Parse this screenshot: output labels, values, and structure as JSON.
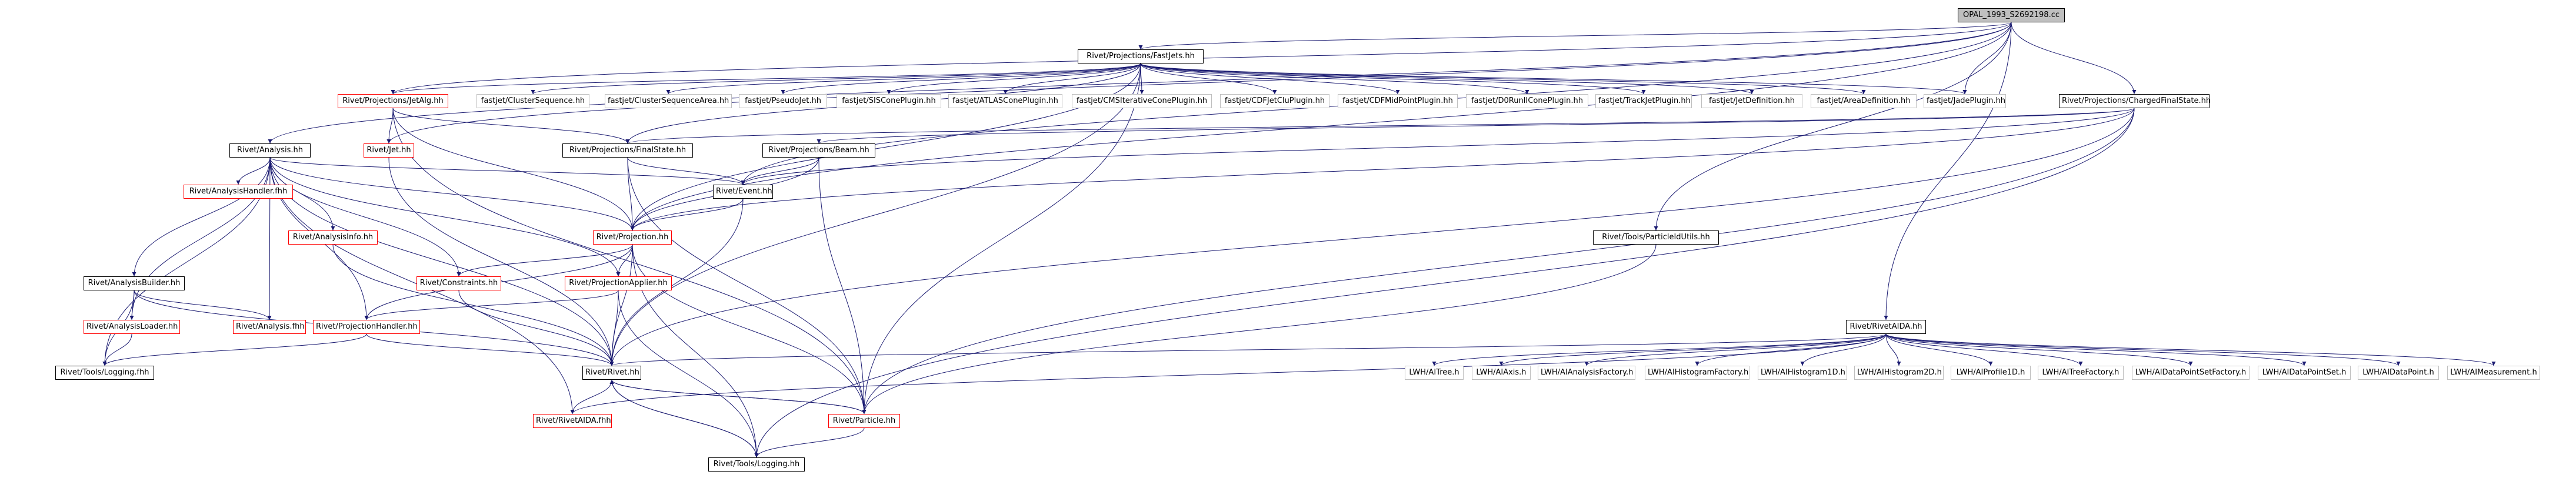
{
  "diagram": {
    "edge_color": "#191970",
    "nodes": {
      "opal": "OPAL_1993_S2692198.cc",
      "fastjets": "Rivet/Projections/FastJets.hh",
      "jetalg": "Rivet/Projections/JetAlg.hh",
      "clusterseq": "fastjet/ClusterSequence.hh",
      "clusterseqarea": "fastjet/ClusterSequenceArea.hh",
      "pseudojet": "fastjet/PseudoJet.hh",
      "siscone": "fastjet/SISConePlugin.hh",
      "atlascone": "fastjet/ATLASConePlugin.hh",
      "cmsiter": "fastjet/CMSIterativeConePlugin.hh",
      "cdfjetclu": "fastjet/CDFJetCluPlugin.hh",
      "cdfmidpoint": "fastjet/CDFMidPointPlugin.hh",
      "d0run": "fastjet/D0RunIIConePlugin.hh",
      "trackjet": "fastjet/TrackJetPlugin.hh",
      "jetdef": "fastjet/JetDefinition.hh",
      "areadef": "fastjet/AreaDefinition.hh",
      "jade": "fastjet/JadePlugin.hh",
      "chargedfs": "Rivet/Projections/ChargedFinalState.hh",
      "analysis": "Rivet/Analysis.hh",
      "jet": "Rivet/Jet.hh",
      "finalstate": "Rivet/Projections/FinalState.hh",
      "beam": "Rivet/Projections/Beam.hh",
      "analysishandler": "Rivet/AnalysisHandler.fhh",
      "event": "Rivet/Event.hh",
      "analysisinfo": "Rivet/AnalysisInfo.hh",
      "projection": "Rivet/Projection.hh",
      "particleidutils": "Rivet/Tools/ParticleIdUtils.hh",
      "analysisbuilder": "Rivet/AnalysisBuilder.hh",
      "constraints": "Rivet/Constraints.hh",
      "projapplier": "Rivet/ProjectionApplier.hh",
      "analysisloader": "Rivet/AnalysisLoader.hh",
      "analysisfhh": "Rivet/Analysis.fhh",
      "projhandler": "Rivet/ProjectionHandler.hh",
      "rivetaida": "Rivet/RivetAIDA.hh",
      "loggingfhh": "Rivet/Tools/Logging.fhh",
      "rivet": "Rivet/Rivet.hh",
      "itree": "LWH/AITree.h",
      "iaxis": "LWH/AIAxis.h",
      "ianalysisfactory": "LWH/AIAnalysisFactory.h",
      "ihistogramfactory": "LWH/AIHistogramFactory.h",
      "ihistogram1d": "LWH/AIHistogram1D.h",
      "ihistogram2d": "LWH/AIHistogram2D.h",
      "iprofile1d": "LWH/AIProfile1D.h",
      "itreefactory": "LWH/AITreeFactory.h",
      "idatapointsetfactory": "LWH/AIDataPointSetFactory.h",
      "idatapointset": "LWH/AIDataPointSet.h",
      "idatapoint": "LWH/AIDataPoint.h",
      "imeasurement": "LWH/AIMeasurement.h",
      "rivetaidafhh": "Rivet/RivetAIDA.fhh",
      "particle": "Rivet/Particle.hh",
      "logginghh": "Rivet/Tools/Logging.hh"
    }
  }
}
